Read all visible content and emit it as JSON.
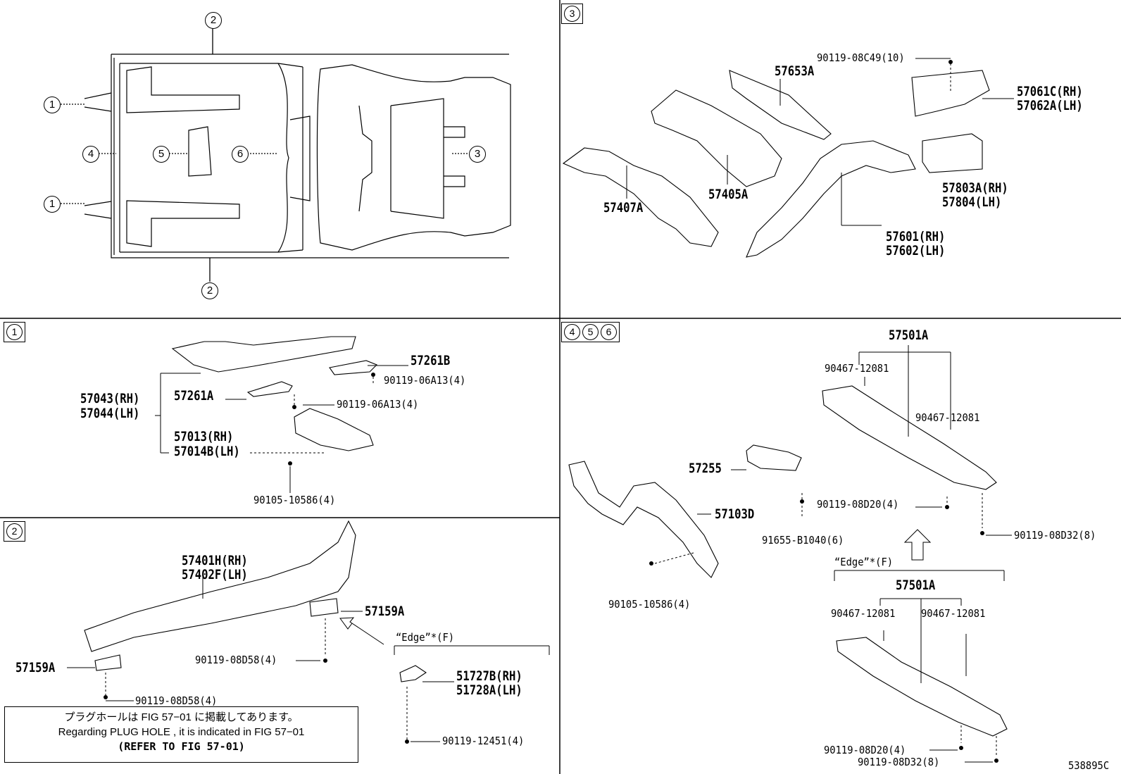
{
  "top_view": {
    "callouts": [
      "1",
      "2",
      "3",
      "4",
      "5",
      "6"
    ]
  },
  "panels": {
    "p3": {
      "tag": [
        "3"
      ],
      "parts": [
        "90119-08C49(10)",
        "57653A",
        "57061C(RH)",
        "57062A(LH)",
        "57405A",
        "57407A",
        "57803A(RH)",
        "57804(LH)",
        "57601(RH)",
        "57602(LH)"
      ]
    },
    "p1": {
      "tag": [
        "1"
      ],
      "parts": [
        "57261B",
        "90119-06A13(4)",
        "57043(RH)",
        "57044(LH)",
        "57261A",
        "90119-06A13(4)",
        "57013(RH)",
        "57014B(LH)",
        "90105-10586(4)"
      ]
    },
    "p2": {
      "tag": [
        "2"
      ],
      "parts": [
        "57401H(RH)",
        "57402F(LH)",
        "57159A",
        "57159A",
        "90119-08D58(4)",
        "90119-08D58(4)",
        "51727B(RH)",
        "51728A(LH)",
        "90119-12451(4)"
      ],
      "edge_label": "“Edge”*(F)"
    },
    "p456": {
      "tag": [
        "4",
        "5",
        "6"
      ],
      "parts": [
        "57501A",
        "90467-12081",
        "90467-12081",
        "57255",
        "57103D",
        "90119-08D20(4)",
        "91655-B1040(6)",
        "90119-08D32(8)",
        "90105-10586(4)",
        "57501A",
        "90467-12081",
        "90467-12081",
        "90119-08D20(4)",
        "90119-08D32(8)"
      ],
      "edge_label": "“Edge”*(F)"
    }
  },
  "note": {
    "line1": "プラグホールは FIG 57−01 に掲載してあります。",
    "line2": "Regarding PLUG HOLE , it is indicated in FIG 57−01",
    "line3": "(REFER TO FIG 57-01)"
  },
  "figure_id": "538895C"
}
